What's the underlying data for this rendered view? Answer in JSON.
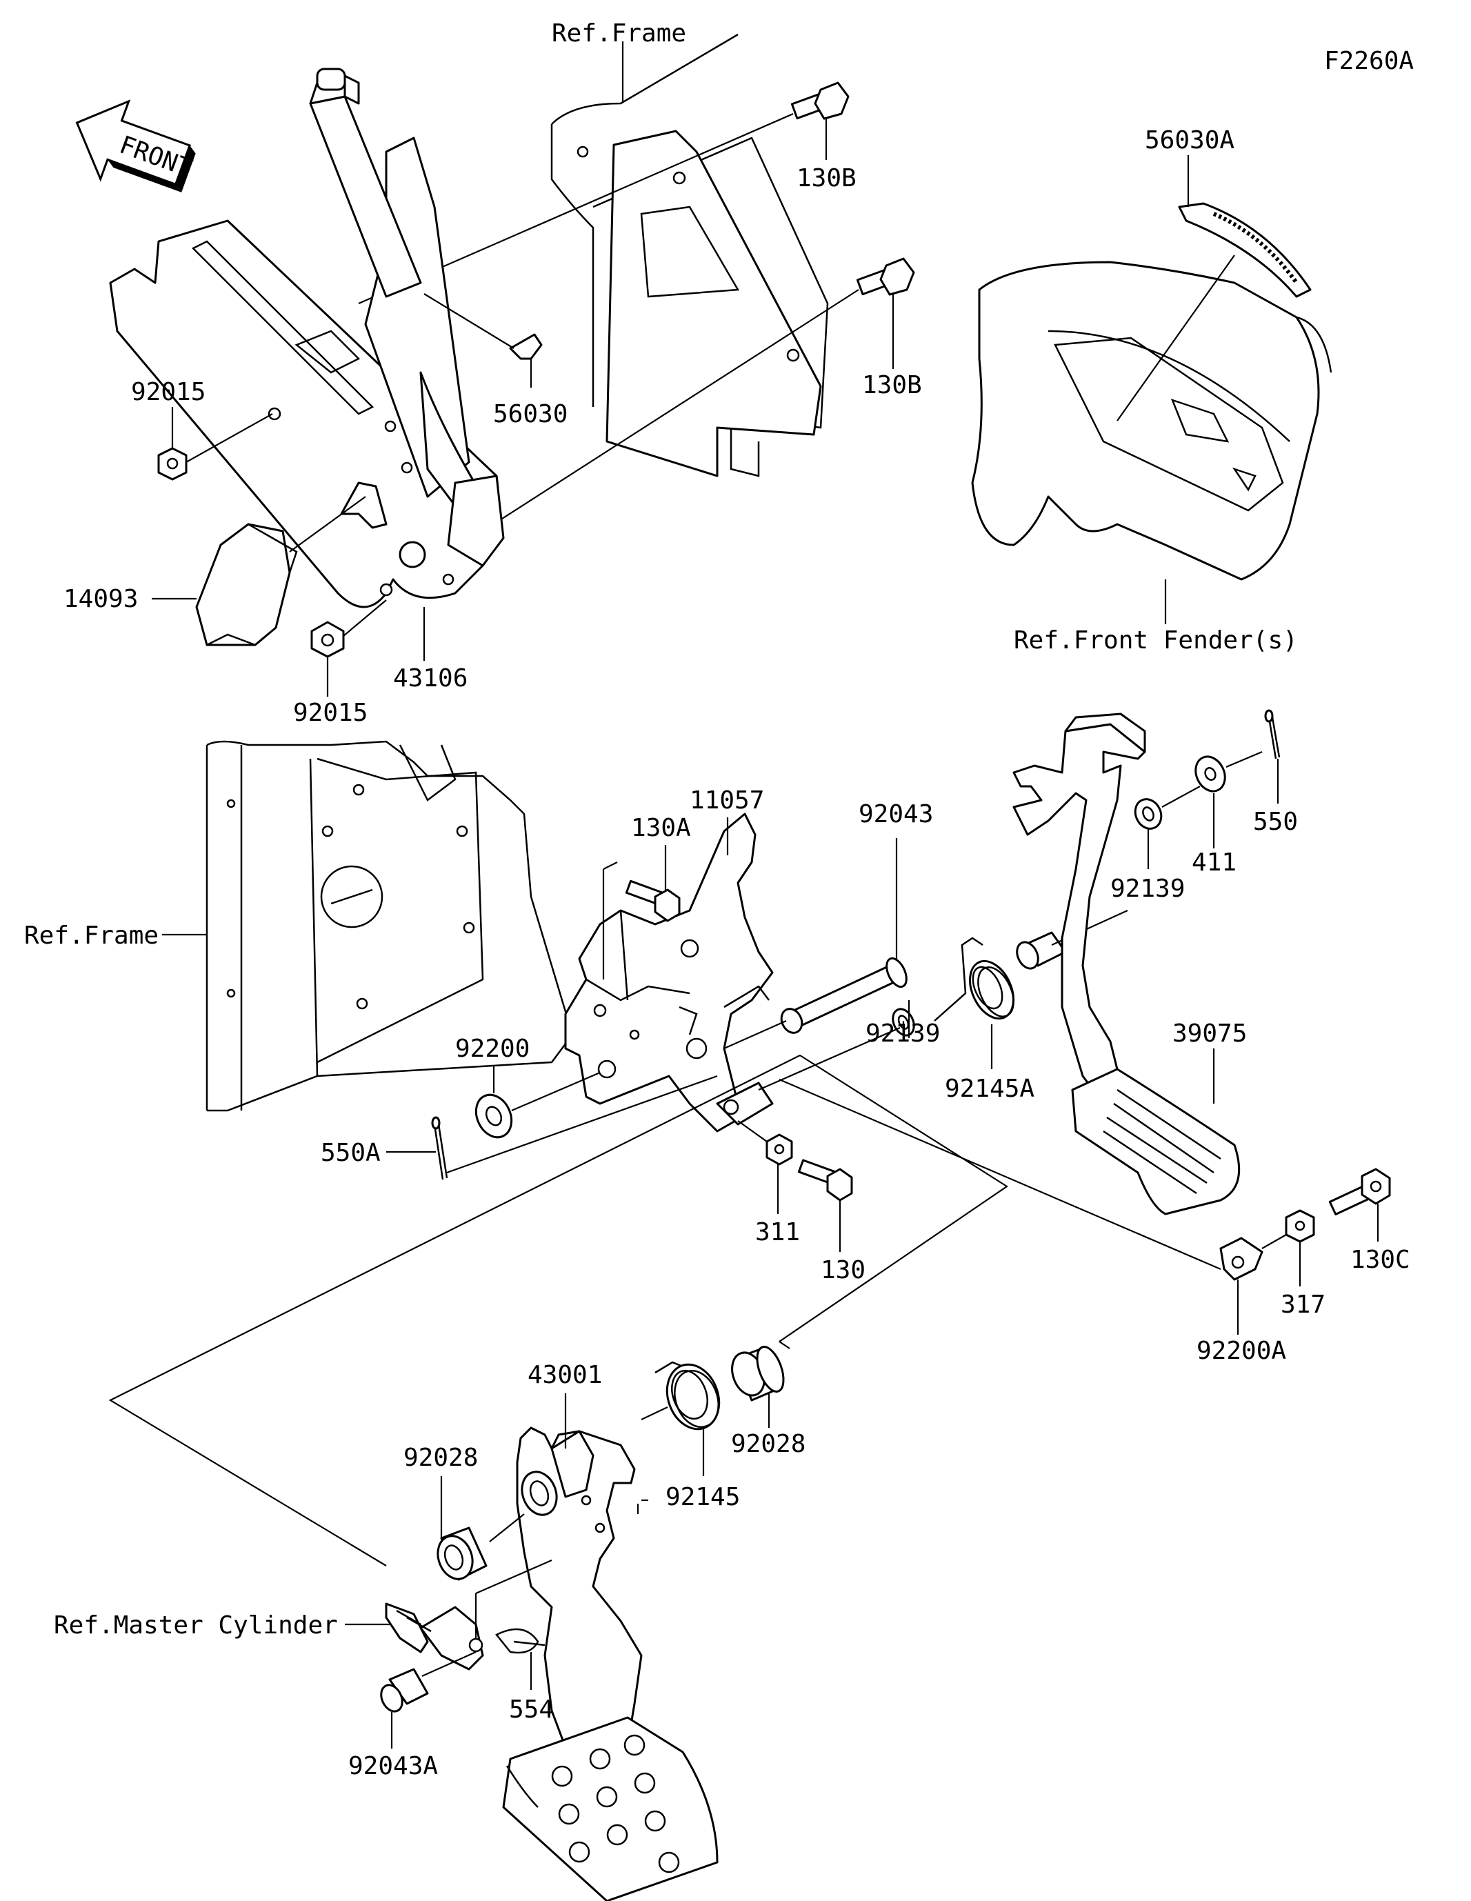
{
  "diagram_code": "F2260A",
  "front_arrow": {
    "text": "FRONT",
    "icon": "front-direction-arrow-icon"
  },
  "references": {
    "frame_top": "Ref.Frame",
    "frame_side": "Ref.Frame",
    "front_fenders": "Ref.Front Fender(s)",
    "master_cylinder": "Ref.Master Cylinder"
  },
  "part_labels": {
    "p130B_upper": "130B",
    "p130B_lower": "130B",
    "p56030A": "56030A",
    "p56030": "56030",
    "p92015_upper": "92015",
    "p92015_lower": "92015",
    "p14093": "14093",
    "p43106": "43106",
    "p11057": "11057",
    "p130A": "130A",
    "p92043": "92043",
    "p550": "550",
    "p411": "411",
    "p92139_upper": "92139",
    "p92139_lower": "92139",
    "p92145A": "92145A",
    "p39075": "39075",
    "p92200": "92200",
    "p550A": "550A",
    "p311": "311",
    "p130": "130",
    "p130C": "130C",
    "p317": "317",
    "p92200A": "92200A",
    "p43001": "43001",
    "p92028_upper": "92028",
    "p92028_lower": "92028",
    "p92145": "92145",
    "p554": "554",
    "p92043A": "92043A"
  }
}
